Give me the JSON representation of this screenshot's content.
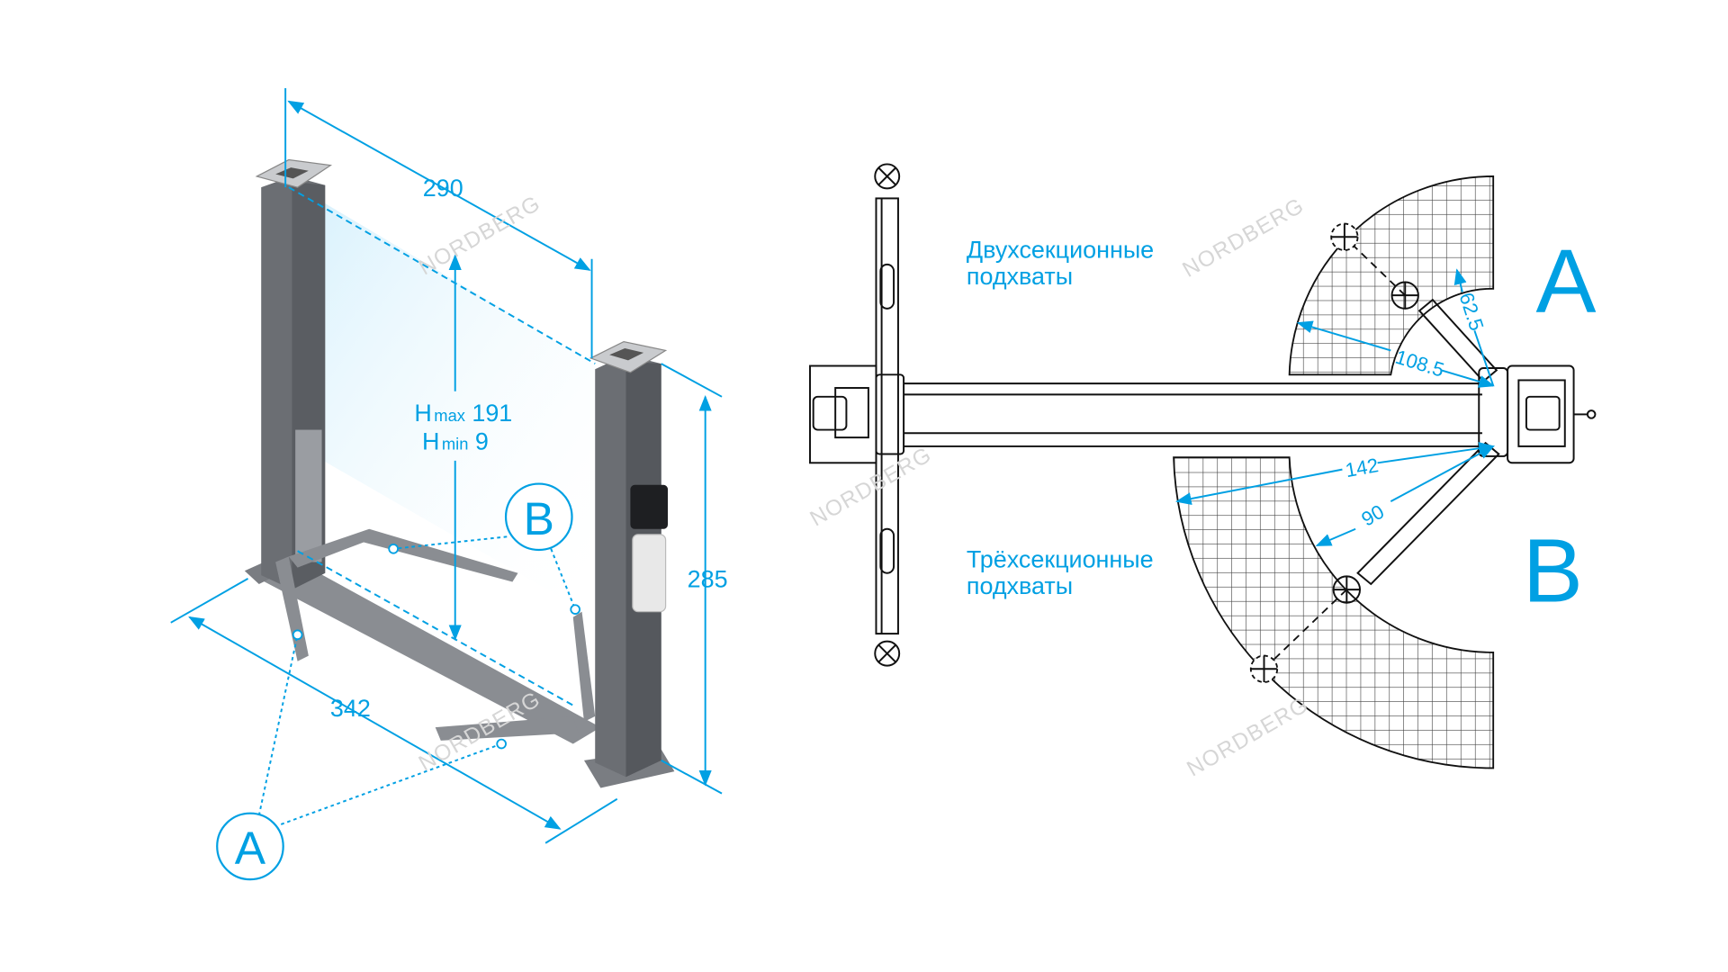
{
  "left_view": {
    "dim_width": "290",
    "dim_height": "285",
    "dim_length": "342",
    "hmax_label": "H",
    "hmax_sub": "max",
    "hmax_value": "191",
    "hmin_label": "H",
    "hmin_sub": "min",
    "hmin_value": "9",
    "callout_a": "A",
    "callout_b": "B"
  },
  "right_view": {
    "label_two_section_1": "Двухсекционные",
    "label_two_section_2": "подхваты",
    "label_three_section_1": "Трёхсекционные",
    "label_three_section_2": "подхваты",
    "dim_a_min": "62.5",
    "dim_a_max": "108.5",
    "dim_b_max": "142",
    "dim_b_min": "90",
    "marker_a": "A",
    "marker_b": "B"
  },
  "watermark": "NORDBERG",
  "colors": {
    "accent": "#00a0e3",
    "post": "#6b6e73",
    "line": "#111111"
  }
}
